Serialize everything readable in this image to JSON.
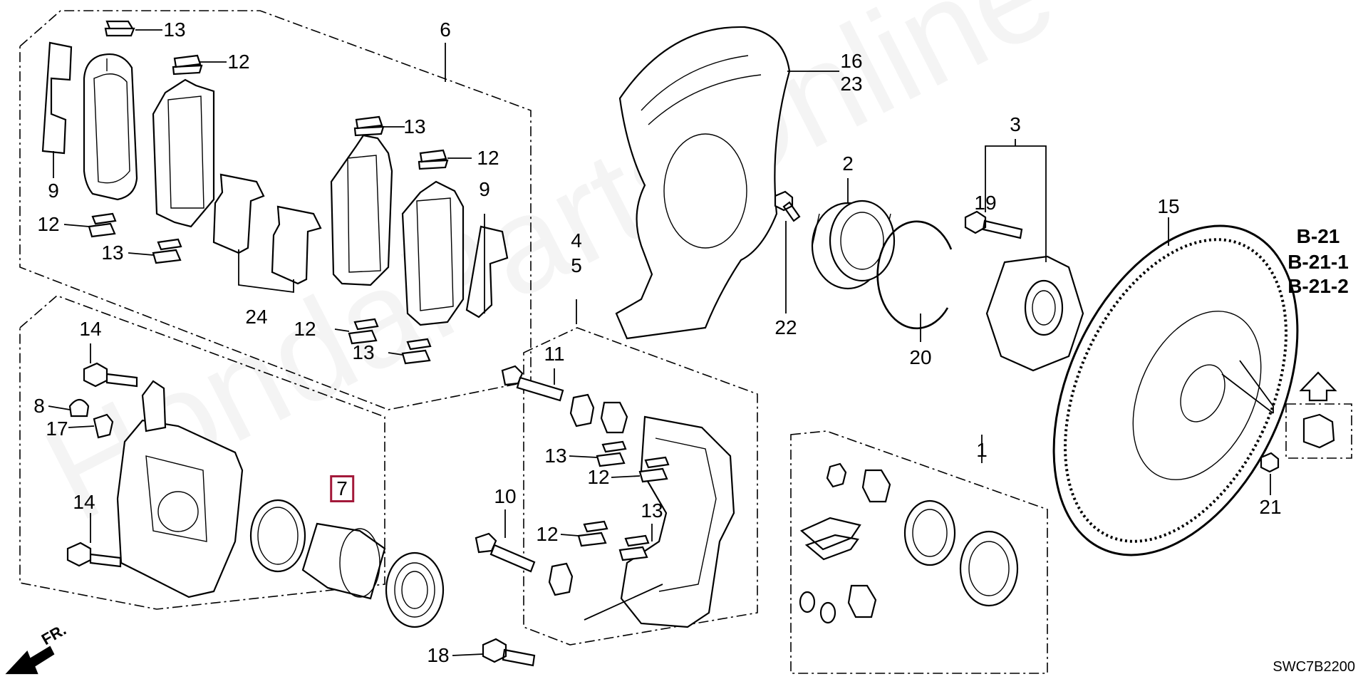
{
  "watermark": "HondaPartsOnline",
  "diagram_code": "SWC7B2200",
  "front_indicator": "FR.",
  "ref_links": [
    "B-21",
    "B-21-1",
    "B-21-2"
  ],
  "callouts": [
    {
      "id": "c13a",
      "text": "13"
    },
    {
      "id": "c12a",
      "text": "12"
    },
    {
      "id": "c6",
      "text": "6"
    },
    {
      "id": "c9a",
      "text": "9"
    },
    {
      "id": "c12b",
      "text": "12"
    },
    {
      "id": "c13b",
      "text": "13"
    },
    {
      "id": "c24",
      "text": "24"
    },
    {
      "id": "c13c",
      "text": "13"
    },
    {
      "id": "c12c",
      "text": "12"
    },
    {
      "id": "c9b",
      "text": "9"
    },
    {
      "id": "c12d",
      "text": "12"
    },
    {
      "id": "c13d",
      "text": "13"
    },
    {
      "id": "c16",
      "text": "16"
    },
    {
      "id": "c23",
      "text": "23"
    },
    {
      "id": "c2",
      "text": "2"
    },
    {
      "id": "c3",
      "text": "3"
    },
    {
      "id": "c19",
      "text": "19"
    },
    {
      "id": "c15",
      "text": "15"
    },
    {
      "id": "c22",
      "text": "22"
    },
    {
      "id": "c20",
      "text": "20"
    },
    {
      "id": "c4",
      "text": "4"
    },
    {
      "id": "c5",
      "text": "5"
    },
    {
      "id": "c11",
      "text": "11"
    },
    {
      "id": "c14a",
      "text": "14"
    },
    {
      "id": "c8",
      "text": "8"
    },
    {
      "id": "c17",
      "text": "17"
    },
    {
      "id": "c7",
      "text": "7"
    },
    {
      "id": "c14b",
      "text": "14"
    },
    {
      "id": "c13e",
      "text": "13"
    },
    {
      "id": "c12e",
      "text": "12"
    },
    {
      "id": "c10",
      "text": "10"
    },
    {
      "id": "c13f",
      "text": "13"
    },
    {
      "id": "c12f",
      "text": "12"
    },
    {
      "id": "c1",
      "text": "1"
    },
    {
      "id": "c21",
      "text": "21"
    },
    {
      "id": "c18",
      "text": "18"
    }
  ]
}
